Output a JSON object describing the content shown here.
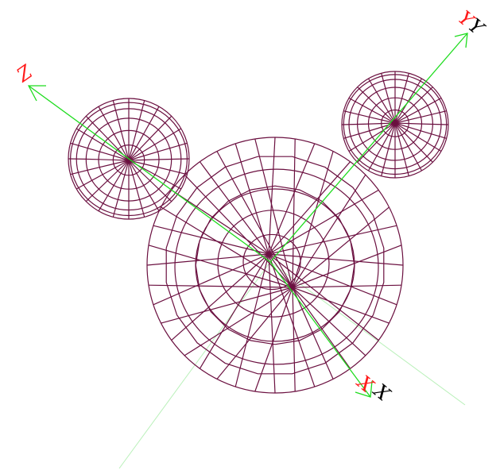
{
  "scene": {
    "axes": {
      "x": {
        "red_label": "X",
        "black_label": "X"
      },
      "y": {
        "red_label": "Y",
        "black_label": "Y"
      },
      "z": {
        "red_label": "Z"
      }
    },
    "colors": {
      "wire": "#6b1040",
      "axis_main": "#1fdc1f",
      "axis_faint": "#b9f0b9",
      "label_red": "#ff1a1a",
      "label_black": "#000000",
      "background": "#ffffff"
    },
    "objects": [
      {
        "name": "head-sphere",
        "rings": 6,
        "spokes": 20
      },
      {
        "name": "left-ear-sphere",
        "rings": 6,
        "spokes": 24
      },
      {
        "name": "right-ear-sphere",
        "rings": 6,
        "spokes": 24
      }
    ]
  }
}
